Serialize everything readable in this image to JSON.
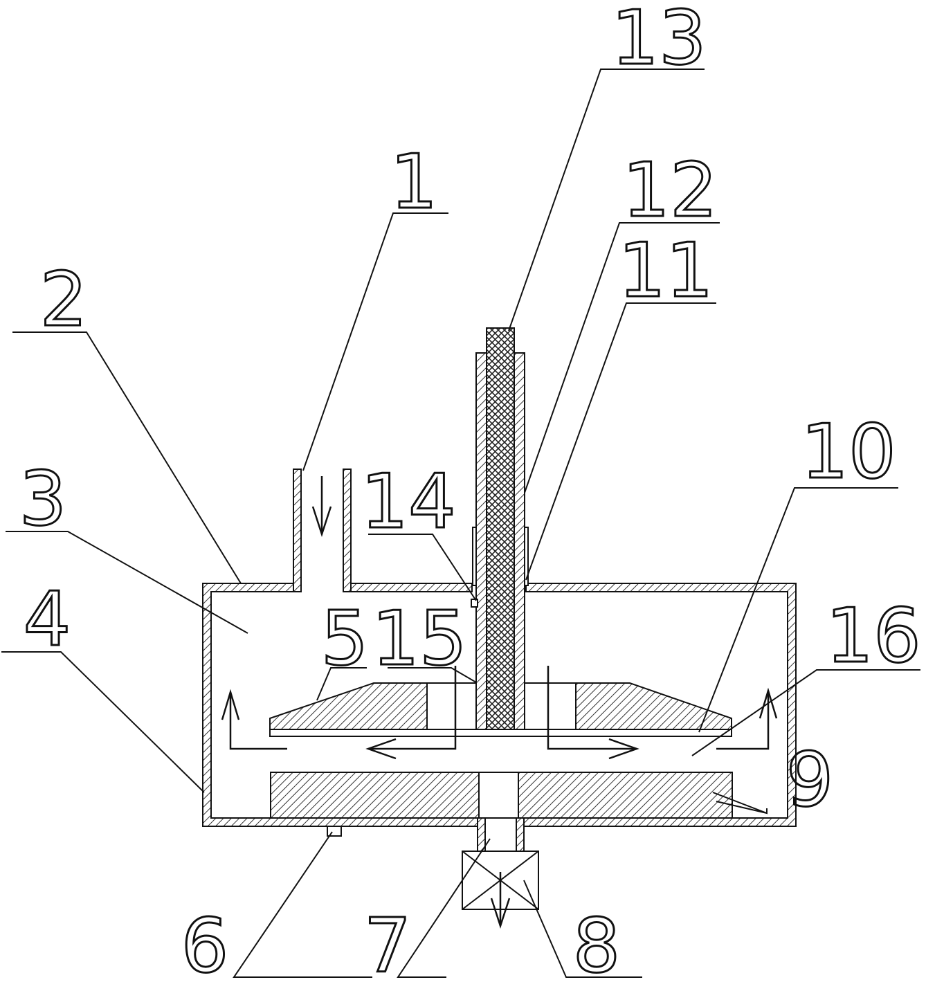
{
  "labels": {
    "l1": "1",
    "l2": "2",
    "l3": "3",
    "l4": "4",
    "l5": "5",
    "l6": "6",
    "l7": "7",
    "l8": "8",
    "l9": "9",
    "l10": "10",
    "l11": "11",
    "l12": "12",
    "l13": "13",
    "l14": "14",
    "l15": "15",
    "l16": "16"
  },
  "colors": {
    "line": "#111111",
    "hatch": "#333333",
    "background": "#ffffff"
  }
}
